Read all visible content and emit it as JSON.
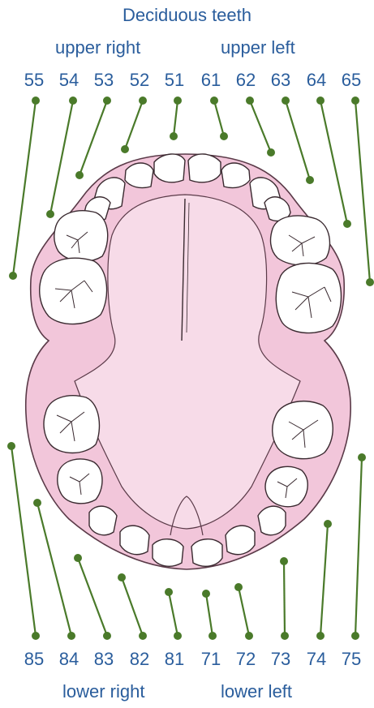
{
  "title": "Deciduous teeth",
  "quadrants": {
    "upper_right": "upper right",
    "upper_left": "upper left",
    "lower_right": "lower right",
    "lower_left": "lower left"
  },
  "upper_numbers": [
    "55",
    "54",
    "53",
    "52",
    "51",
    "61",
    "62",
    "63",
    "64",
    "65"
  ],
  "lower_numbers": [
    "85",
    "84",
    "83",
    "82",
    "81",
    "71",
    "72",
    "73",
    "74",
    "75"
  ],
  "colors": {
    "text": "#2a5d9c",
    "leader": "#4a7a2a",
    "gum": "#f2c6da",
    "gum_outline": "#5a3a48",
    "tooth": "#ffffff"
  }
}
